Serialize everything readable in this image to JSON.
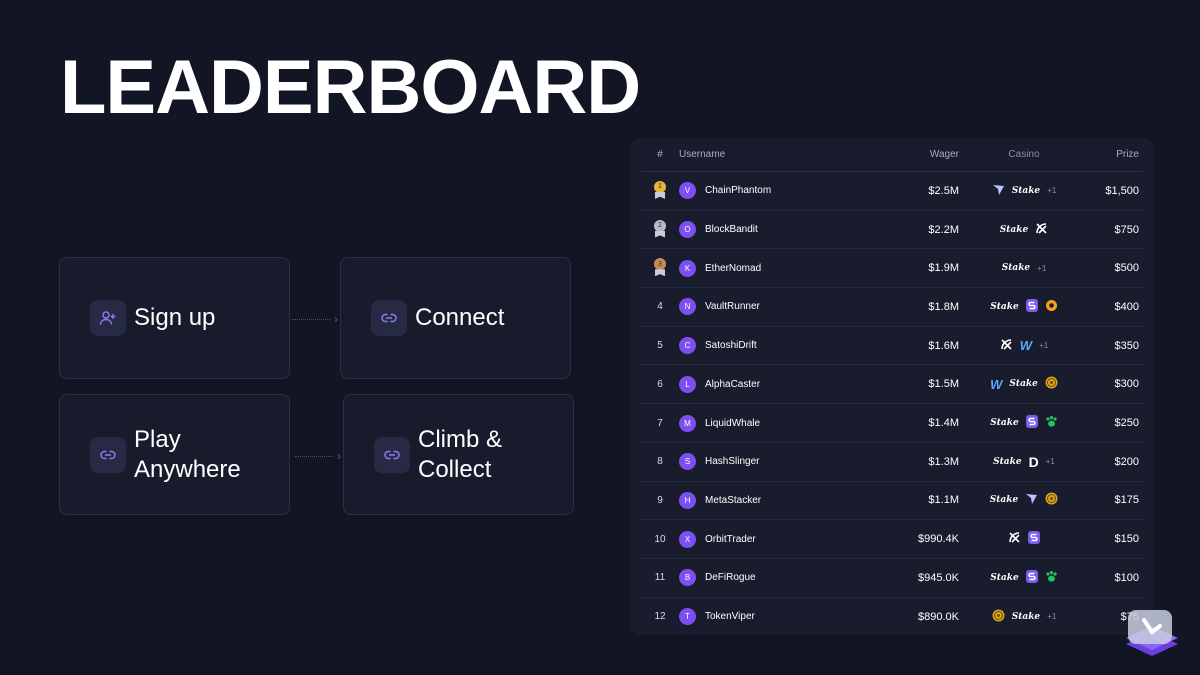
{
  "page": {
    "title": "LEADERBOARD"
  },
  "steps": [
    {
      "label": "Sign up",
      "icon": "user-plus-icon"
    },
    {
      "label": "Connect",
      "icon": "link-icon"
    },
    {
      "label": "Play Anywhere",
      "icon": "link-icon"
    },
    {
      "label": "Climb & Collect",
      "icon": "link-icon"
    }
  ],
  "table": {
    "columns": [
      "#",
      "Username",
      "Wager",
      "Casino",
      "Prize"
    ],
    "rows": [
      {
        "rank": "1",
        "medal": "gold",
        "initial": "V",
        "username": "ChainPhantom",
        "wager": "$2.5M",
        "casinos": [
          "bird",
          "stake"
        ],
        "extra": "+1",
        "prize": "$1,500"
      },
      {
        "rank": "2",
        "medal": "silver",
        "initial": "O",
        "username": "BlockBandit",
        "wager": "$2.2M",
        "casinos": [
          "stake",
          "knot"
        ],
        "extra": "",
        "prize": "$750"
      },
      {
        "rank": "3",
        "medal": "bronze",
        "initial": "K",
        "username": "EtherNomad",
        "wager": "$1.9M",
        "casinos": [
          "stake"
        ],
        "extra": "+1",
        "prize": "$500"
      },
      {
        "rank": "4",
        "medal": "",
        "initial": "N",
        "username": "VaultRunner",
        "wager": "$1.8M",
        "casinos": [
          "stake",
          "s-box",
          "orange-ring"
        ],
        "extra": "",
        "prize": "$400"
      },
      {
        "rank": "5",
        "medal": "",
        "initial": "C",
        "username": "SatoshiDrift",
        "wager": "$1.6M",
        "casinos": [
          "knot",
          "w"
        ],
        "extra": "+1",
        "prize": "$350"
      },
      {
        "rank": "6",
        "medal": "",
        "initial": "L",
        "username": "AlphaCaster",
        "wager": "$1.5M",
        "casinos": [
          "w",
          "stake",
          "gold-coin"
        ],
        "extra": "",
        "prize": "$300"
      },
      {
        "rank": "7",
        "medal": "",
        "initial": "M",
        "username": "LiquidWhale",
        "wager": "$1.4M",
        "casinos": [
          "stake",
          "s-box",
          "paw"
        ],
        "extra": "",
        "prize": "$250"
      },
      {
        "rank": "8",
        "medal": "",
        "initial": "S",
        "username": "HashSlinger",
        "wager": "$1.3M",
        "casinos": [
          "stake",
          "d"
        ],
        "extra": "+1",
        "prize": "$200"
      },
      {
        "rank": "9",
        "medal": "",
        "initial": "H",
        "username": "MetaStacker",
        "wager": "$1.1M",
        "casinos": [
          "stake",
          "bird",
          "gold-coin"
        ],
        "extra": "",
        "prize": "$175"
      },
      {
        "rank": "10",
        "medal": "",
        "initial": "X",
        "username": "OrbitTrader",
        "wager": "$990.4K",
        "casinos": [
          "knot",
          "s-box"
        ],
        "extra": "",
        "prize": "$150"
      },
      {
        "rank": "11",
        "medal": "",
        "initial": "B",
        "username": "DeFiRogue",
        "wager": "$945.0K",
        "casinos": [
          "stake",
          "s-box",
          "paw"
        ],
        "extra": "",
        "prize": "$100"
      },
      {
        "rank": "12",
        "medal": "",
        "initial": "T",
        "username": "TokenViper",
        "wager": "$890.0K",
        "casinos": [
          "gold-coin",
          "stake"
        ],
        "extra": "+1",
        "prize": "$75"
      }
    ]
  },
  "colors": {
    "background": "#121523",
    "card": "#171b2c",
    "accent": "#7c4ff0",
    "gold": "#e9b63a",
    "silver": "#b9bcc8",
    "bronze": "#c98a5e"
  },
  "logo_text": {
    "stake": "Stake"
  }
}
